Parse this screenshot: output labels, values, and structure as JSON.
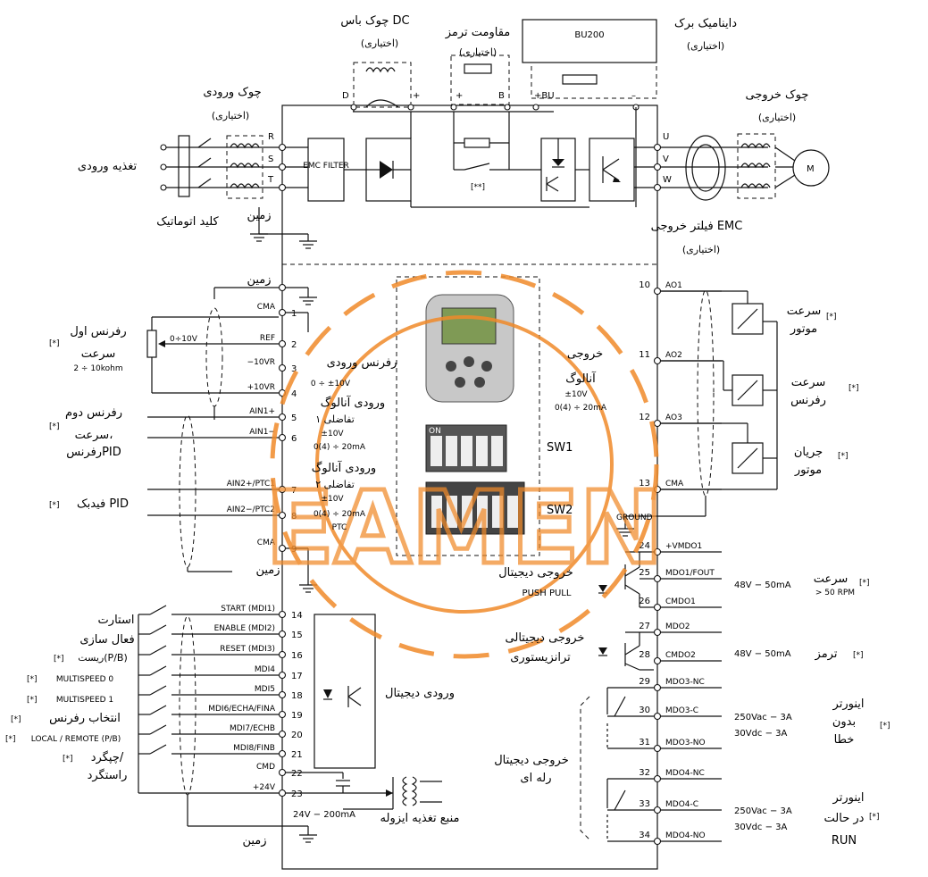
{
  "top": {
    "dc_choke": "چوک باس DC",
    "optional": "(اختیاری)",
    "brake_resistor": "مقاومت ترمز",
    "dynamic_brake": "داینامیک برک",
    "bu200": "BU200",
    "input_choke": "چوک ورودی",
    "output_choke": "چوک خروجی",
    "input_supply": "تغذیه ورودی",
    "breaker": "کلید اتوماتیک",
    "earth": "زمین",
    "emc_filter": "EMC FILTER",
    "output_filter": "فیلتر خروجی EMC",
    "R": "R",
    "S": "S",
    "T": "T",
    "U": "U",
    "V": "V",
    "W": "W",
    "D": "D",
    "plus": "+",
    "B": "B",
    "plusBU": "+BU",
    "minus": "–",
    "star2": "[**]",
    "motor": "M"
  },
  "left_terminals": [
    {
      "num": "1",
      "label": "CMA"
    },
    {
      "num": "2",
      "label": "REF"
    },
    {
      "num": "3",
      "label": "−10VR"
    },
    {
      "num": "4",
      "label": "+10VR"
    },
    {
      "num": "5",
      "label": "AIN1+"
    },
    {
      "num": "6",
      "label": "AIN1−"
    },
    {
      "num": "7",
      "label": "AIN2+/PTC1"
    },
    {
      "num": "8",
      "label": "AIN2−/PTC2"
    },
    {
      "num": "9",
      "label": "CMA"
    },
    {
      "num": "14",
      "label": "START (MDI1)"
    },
    {
      "num": "15",
      "label": "ENABLE (MDI2)"
    },
    {
      "num": "16",
      "label": "RESET (MDI3)"
    },
    {
      "num": "17",
      "label": "MDI4"
    },
    {
      "num": "18",
      "label": "MDI5"
    },
    {
      "num": "19",
      "label": "MDI6/ECHA/FINA"
    },
    {
      "num": "20",
      "label": "MDI7/ECHB"
    },
    {
      "num": "21",
      "label": "MDI8/FINB"
    },
    {
      "num": "22",
      "label": "CMD"
    },
    {
      "num": "23",
      "label": "+24V"
    }
  ],
  "right_terminals": [
    {
      "num": "10",
      "label": "AO1"
    },
    {
      "num": "11",
      "label": "AO2"
    },
    {
      "num": "12",
      "label": "AO3"
    },
    {
      "num": "13",
      "label": "CMA"
    },
    {
      "num": "24",
      "label": "+VMDO1"
    },
    {
      "num": "25",
      "label": "MDO1/FOUT"
    },
    {
      "num": "26",
      "label": "CMDO1"
    },
    {
      "num": "27",
      "label": "MDO2"
    },
    {
      "num": "28",
      "label": "CMDO2"
    },
    {
      "num": "29",
      "label": "MDO3-NC"
    },
    {
      "num": "30",
      "label": "MDO3-C"
    },
    {
      "num": "31",
      "label": "MDO3-NO"
    },
    {
      "num": "32",
      "label": "MDO4-NC"
    },
    {
      "num": "33",
      "label": "MDO4-C"
    },
    {
      "num": "34",
      "label": "MDO4-NO"
    }
  ],
  "left_labels": {
    "ref1_a": "رفرنس اول",
    "ref1_b": "سرعت",
    "pot_range": "2 ÷ 10kohm",
    "pot_v": "0÷10V",
    "star": "[*]",
    "ref2_a": "رفرنس دوم",
    "ref2_b": "سرعت،",
    "ref2_c": "رفرنسPID",
    "pid_fb": "فیدبک PID",
    "earth": "زمین",
    "start": "استارت",
    "enable": "فعال سازی",
    "reset": "ریست(P/B)",
    "ms0": "MULTISPEED 0",
    "ms1": "MULTISPEED 1",
    "refsel": "انتخاب رفرنس",
    "locrem": "LOCAL / REMOTE (P/B)",
    "rot_a": "چپگرد/",
    "rot_b": "راستگرد",
    "supply": "24V − 200mA",
    "iso_supply": "منبع تغذیه ایزوله",
    "earth_bottom": "زمین",
    "dig_in": "ورودی دیجیتال"
  },
  "center_labels": {
    "ref_in": "رفرنس ورودی",
    "v10": "0 ÷ ±10V",
    "an_in1_a": "ورودی آنالوگ",
    "an_in1_b": "تفاضلی ۱",
    "v10b": "±10V",
    "ma": "0(4) ÷ 20mA",
    "an_in2_a": "ورودی آنالوگ",
    "an_in2_b": "تفاضلی ۲",
    "v10c": "±10V",
    "ptc": "PTC",
    "an_out_a": "خروجی",
    "an_out_b": "آنالوگ",
    "v10d": "±10V",
    "sw1": "SW1",
    "sw2": "SW2",
    "ground": "GROUND",
    "on": "ON"
  },
  "right_labels": {
    "motor_speed_a": "سرعت",
    "motor_speed_b": "موتور",
    "ref_speed_a": "سرعت",
    "ref_speed_b": "رفرنس",
    "motor_current_a": "جریان",
    "motor_current_b": "موتور",
    "pp_out_a": "خروجی دیجیتال",
    "pp_out_b": "PUSH PULL",
    "tr_out_a": "خروجی دیجیتالی",
    "tr_out_b": "ترانزیستوری",
    "rly_out_a": "خروجی دیجیتال",
    "rly_out_b": "رله ای",
    "rate1": "48V − 50mA",
    "rate2": "48V − 50mA",
    "speed_gt_a": "سرعت",
    "speed_gt_b": "> 50 RPM",
    "brake": "ترمز",
    "rly_a": "250Vac − 3A",
    "rly_b": "30Vdc − 3A",
    "rly_c": "250Vac − 3A",
    "rly_d": "30Vdc − 3A",
    "inv_ok_a": "اینورتر",
    "inv_ok_b": "بدون",
    "inv_ok_c": "خطا",
    "inv_run_a": "اینورتر",
    "inv_run_b": "در حالت",
    "inv_run_c": "RUN",
    "star": "[*]"
  },
  "watermark": "EAMEN",
  "colors": {
    "line": "#111111",
    "watermark": "#f08a2a"
  }
}
